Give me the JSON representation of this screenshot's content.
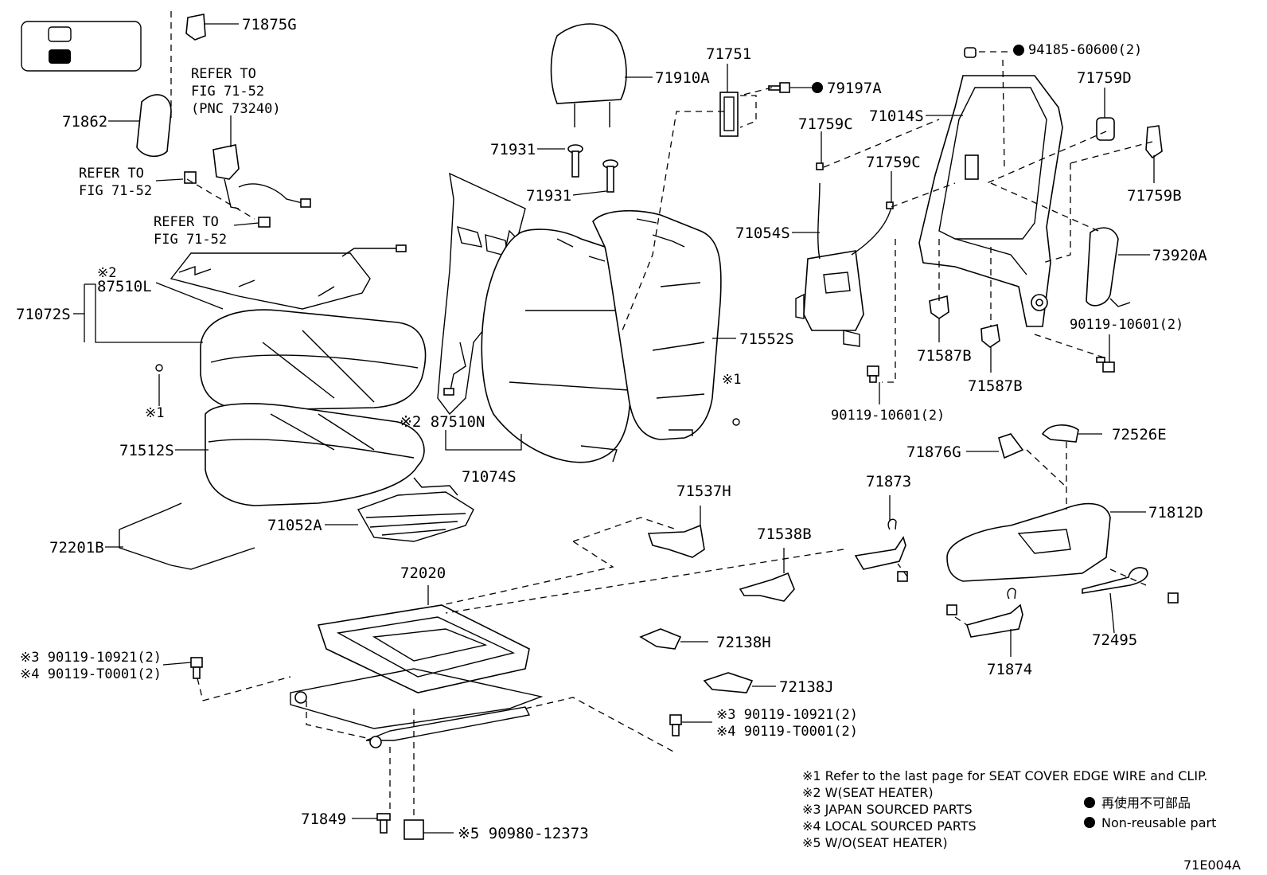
{
  "legend_box": {
    "white_label": "",
    "black_label": ""
  },
  "refers": {
    "r1": [
      "REFER TO",
      "FIG 71-52",
      "(PNC 73240)"
    ],
    "r2": [
      "REFER TO",
      "FIG 71-52"
    ],
    "r3": [
      "REFER TO",
      "FIG 71-52"
    ]
  },
  "parts": {
    "p71875G": "71875G",
    "p71862": "71862",
    "p87510L_mark": "※2",
    "p87510L": "87510L",
    "p71072S": "71072S",
    "p71512S": "71512S",
    "p72201B": "72201B",
    "p71052A": "71052A",
    "p87510N": "※2 87510N",
    "p71074S": "71074S",
    "p71910A": "71910A",
    "p71931a": "71931",
    "p71931b": "71931",
    "p71751": "71751",
    "p79197A": "79197A",
    "p71552S": "71552S",
    "p71759Ca": "71759C",
    "p71759Cb": "71759C",
    "p71054S": "71054S",
    "p71014S": "71014S",
    "p94185": "94185-60600(2)",
    "p71759D": "71759D",
    "p71759B": "71759B",
    "p73920A": "73920A",
    "p90119_10601a": "90119-10601(2)",
    "p90119_10601b": "90119-10601(2)",
    "p71587Ba": "71587B",
    "p71587Bb": "71587B",
    "p72526E": "72526E",
    "p71876G": "71876G",
    "p71873": "71873",
    "p71812D": "71812D",
    "p71537H": "71537H",
    "p71538B": "71538B",
    "p72020": "72020",
    "p72138H": "72138H",
    "p72138J": "72138J",
    "p71874": "71874",
    "p72495": "72495",
    "p_left_bolt_3": "※3 90119-10921(2)",
    "p_left_bolt_4": "※4 90119-T0001(2)",
    "p_mid_bolt_3": "※3 90119-10921(2)",
    "p_mid_bolt_4": "※4 90119-T0001(2)",
    "p71849": "71849",
    "p90980": "※5 90980-12373",
    "x1_left": "※1",
    "x1_right": "※1"
  },
  "notes": [
    "※1  Refer to the last page for SEAT COVER EDGE WIRE and CLIP.",
    "※2  W(SEAT HEATER)",
    "※3  JAPAN SOURCED PARTS",
    "※4  LOCAL SOURCED PARTS",
    "※5  W/O(SEAT HEATER)"
  ],
  "nonreusable": {
    "jp": "再使用不可部品",
    "en": "Non-reusable part"
  },
  "figure_code": "71E004A"
}
